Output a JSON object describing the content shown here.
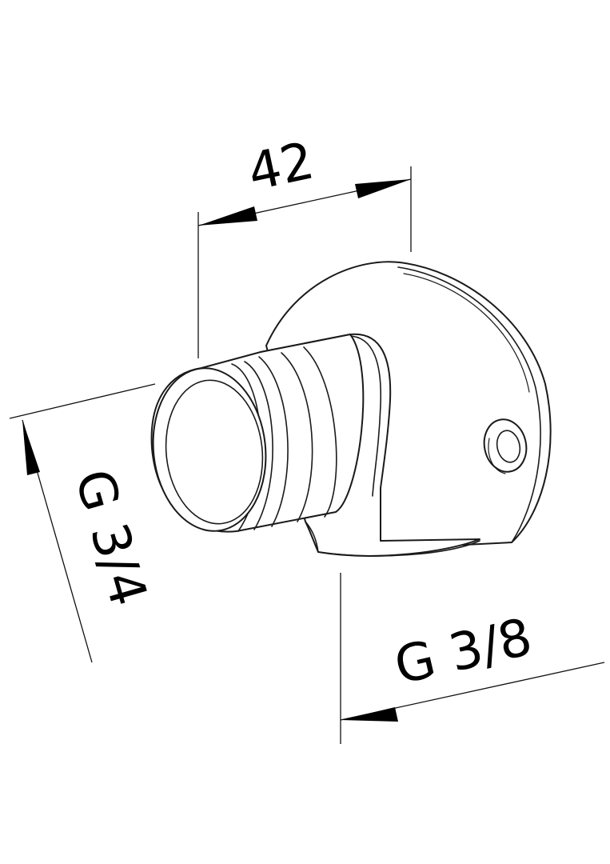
{
  "dimensions": {
    "width_label": "42",
    "outlet_thread_label": "G 3/4",
    "inlet_thread_label": "G 3/8"
  },
  "colors": {
    "line": "#1a1a1a",
    "background": "#ffffff"
  }
}
